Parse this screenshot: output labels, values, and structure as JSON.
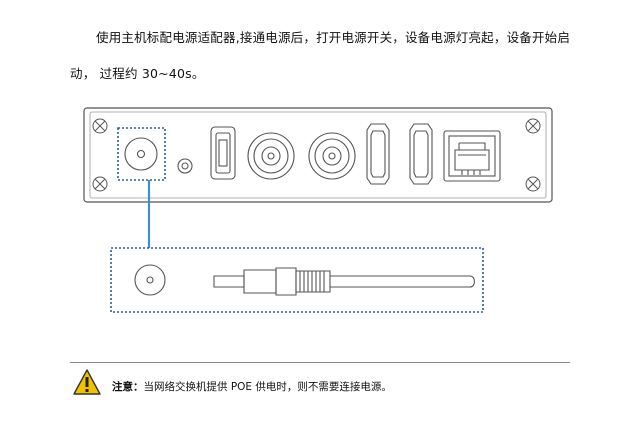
{
  "instructions": {
    "line1": "使用主机标配电源适配器,接通电源后，打开电源开关，设备电源灯亮起，设备开始启",
    "line2": "动，  过程约 30~40s。"
  },
  "note": {
    "label": "注意：",
    "text": "当网络交换机提供 POE 供电时，则不需要连接电源。",
    "icon": "warning-triangle-icon",
    "icon_color": "#f2c200"
  },
  "colors": {
    "highlight_dotted": "#2a5d96",
    "connector_line": "#3d8fd1",
    "drawing_stroke": "#555555"
  }
}
